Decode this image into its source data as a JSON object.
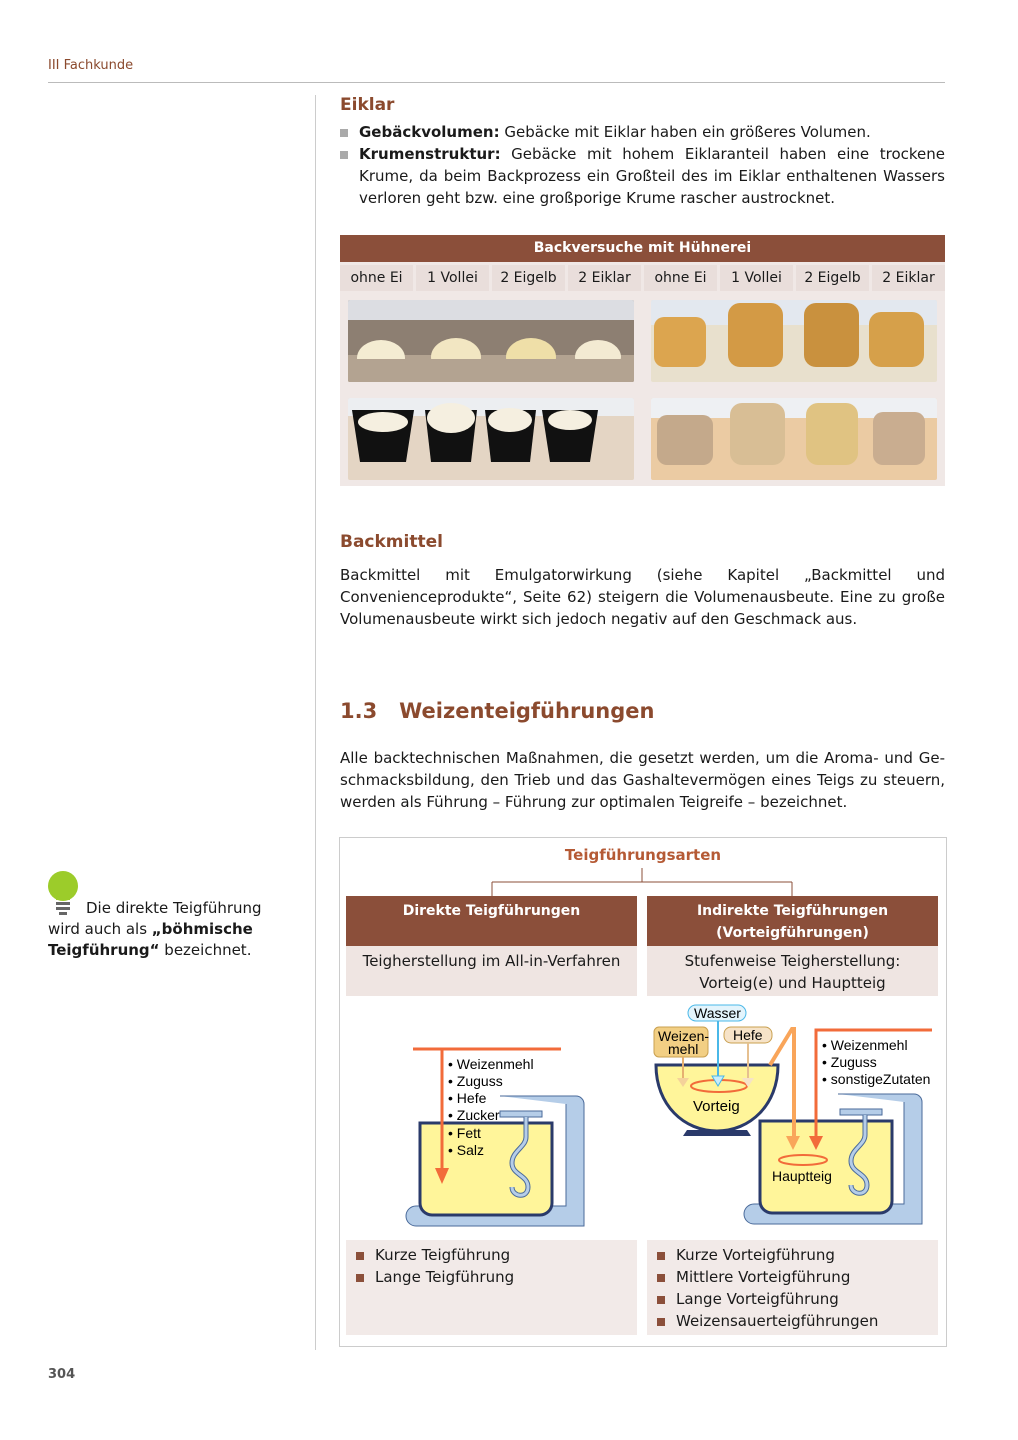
{
  "header": {
    "running_head": "III  Fachkunde",
    "page_number": "304"
  },
  "eiklar": {
    "title": "Eiklar",
    "bullets": [
      {
        "term": "Gebäckvolumen:",
        "text": " Gebäcke mit Eiklar haben ein größeres Volumen."
      },
      {
        "term": "Krumenstruktur:",
        "text": " Gebäcke mit hohem Eiklaranteil haben eine trockene Krume, da beim Backprozess ein Großteil des im Eiklar enthaltenen Wassers verloren geht bzw. eine großporige Krume rascher austrocknet."
      }
    ]
  },
  "table": {
    "title": "Backversuche mit Hühnerei",
    "columns": [
      "ohne Ei",
      "1 Vollei",
      "2 Eigelb",
      "2 Eiklar",
      "ohne Ei",
      "1 Vollei",
      "2 Eigelb",
      "2 Eiklar"
    ]
  },
  "backmittel": {
    "title": "Backmittel",
    "text": "Backmittel mit Emulgatorwirkung (siehe Kapitel „Backmittel und Conveniencepro­dukte“, Seite 62) steigern die Volumenausbeute. Eine zu große Volumenausbeute wirkt sich jedoch negativ auf den Geschmack aus."
  },
  "section": {
    "number": "1.3",
    "title": "Weizenteigführungen",
    "text": "Alle backtechnischen Maßnahmen, die gesetzt werden, um die Aroma- und Ge­schmacksbildung, den Trieb und das Gashaltevermögen eines Teigs zu steuern, werden als Führung – Führung zur optimalen Teigreife – bezeichnet."
  },
  "diagram": {
    "title": "Teigführungsarten",
    "direct": {
      "title": "Direkte Teigführungen",
      "desc": "Teigherstellung im All-in-Verfahren",
      "ingredients": [
        "Weizenmehl",
        "Zuguss",
        "Hefe",
        "Zucker",
        "Fett",
        "Salz"
      ],
      "types": [
        "Kurze Teigführung",
        "Lange Teigführung"
      ]
    },
    "indirect": {
      "title1": "Indirekte Teigführungen",
      "title2": "(Vorteigführungen)",
      "desc1": "Stufenweise Teigherstellung:",
      "desc2": "Vorteig(e) und Hauptteig",
      "wasser": "Wasser",
      "mehl1": "Weizen-",
      "mehl2": "mehl",
      "hefe": "Hefe",
      "vorteig": "Vorteig",
      "hauptteig": "Hauptteig",
      "ingredients": [
        "Weizenmehl",
        "Zuguss",
        "sonstigeZutaten"
      ],
      "types": [
        "Kurze Vorteigführung",
        "Mittlere Vorteigführung",
        "Lange Vorteigführung",
        "Weizensauerteigführungen"
      ]
    }
  },
  "sidenote": {
    "text1": "Die direkte Teigführung wird auch als ",
    "bold": "„böhmische Teigführung“",
    "text2": " bezeichnet."
  },
  "colors": {
    "brown": "#8b4f3a",
    "accent": "#f26b3a",
    "blue": "#b5cde8",
    "yellow": "#fff59a"
  }
}
